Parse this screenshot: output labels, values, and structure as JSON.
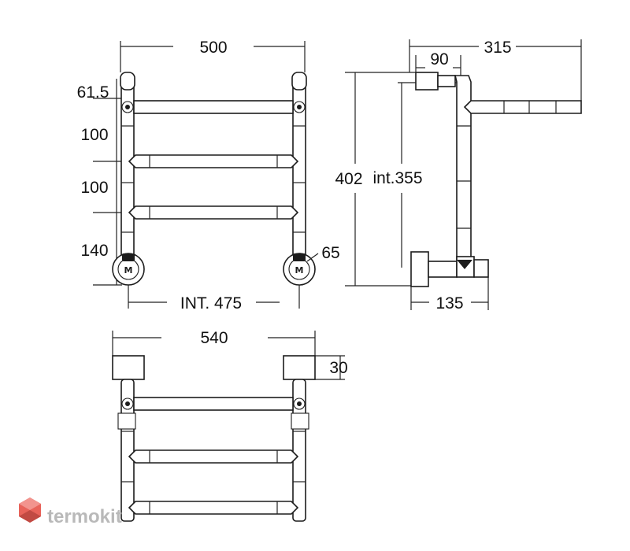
{
  "front_view": {
    "width_label": "500",
    "top_offset_label": "61.5",
    "spacing_1_label": "100",
    "spacing_2_label": "100",
    "bottom_spacing_label": "140",
    "valve_label": "65",
    "interaxis_label": "INT. 475"
  },
  "side_view": {
    "depth_label": "315",
    "wall_offset_label": "90",
    "height_label": "402",
    "interaxis_height_label": "int.355",
    "valve_depth_label": "135"
  },
  "top_view": {
    "width_label": "540",
    "bracket_label": "30"
  },
  "watermark": {
    "text": "termokit",
    "accent_color": "#e8635a"
  },
  "colors": {
    "line": "#1c1c1c",
    "background": "#ffffff"
  }
}
